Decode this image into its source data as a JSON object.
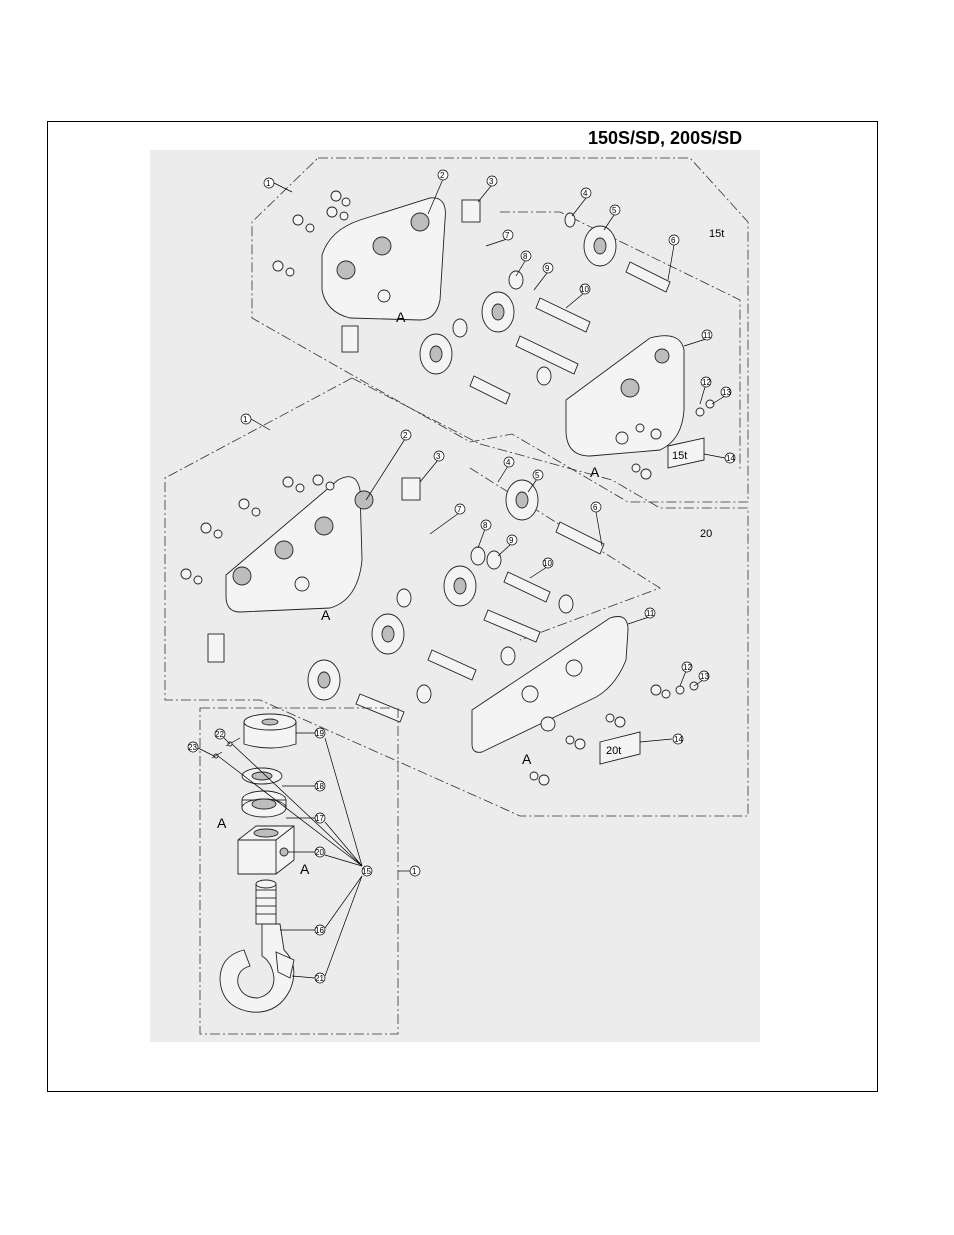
{
  "title": "150S/SD, 200S/SD",
  "sections": [
    {
      "label": "15t",
      "plate_label": "15t"
    },
    {
      "label": "20",
      "plate_label": "20t"
    }
  ],
  "view_marker": "A",
  "callouts": {
    "upper": [
      "1",
      "2",
      "3",
      "4",
      "5",
      "6",
      "7",
      "8",
      "9",
      "10",
      "11",
      "12",
      "13",
      "14"
    ],
    "middle": [
      "1",
      "2",
      "3",
      "4",
      "5",
      "6",
      "7",
      "8",
      "9",
      "10",
      "11",
      "12",
      "13",
      "14"
    ],
    "hook": [
      "22",
      "23",
      "19",
      "18",
      "17",
      "20",
      "15",
      "16",
      "21",
      "1"
    ]
  }
}
